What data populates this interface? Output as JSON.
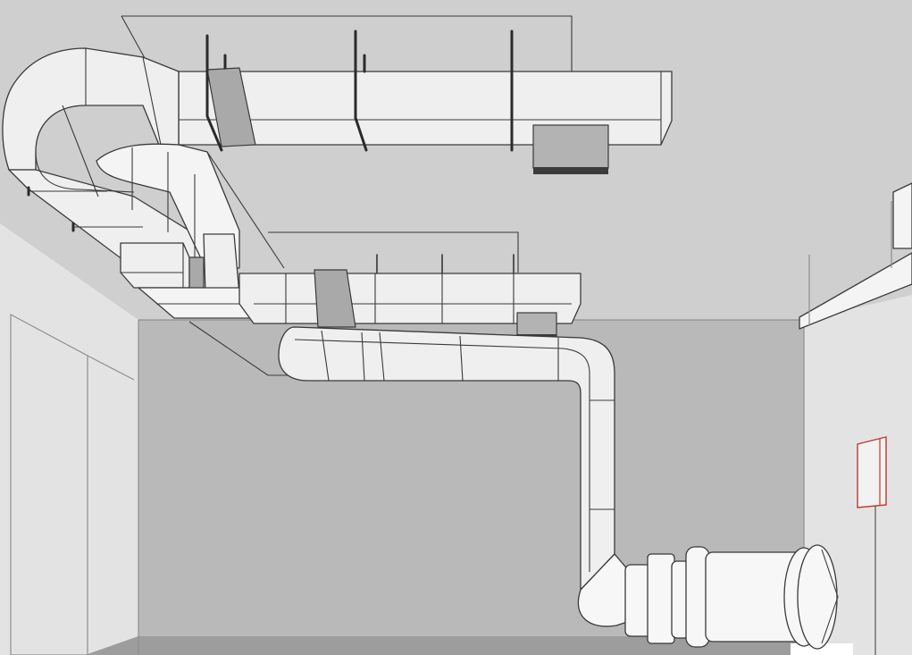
{
  "scene": {
    "colors": {
      "ceiling": "#cfcfcf",
      "back_wall": "#b9b9b9",
      "side_wall": "#e3e3e3",
      "floor": "#9d9d9d",
      "duct": "#efefef",
      "outline": "#3a3a3a",
      "panel_accent": "#c0392b"
    },
    "objects": [
      "upper-rectangular-duct",
      "duct-elbow",
      "lower-rectangular-duct",
      "round-duct",
      "axial-fan",
      "ceiling-light",
      "wall-control-panel"
    ]
  }
}
